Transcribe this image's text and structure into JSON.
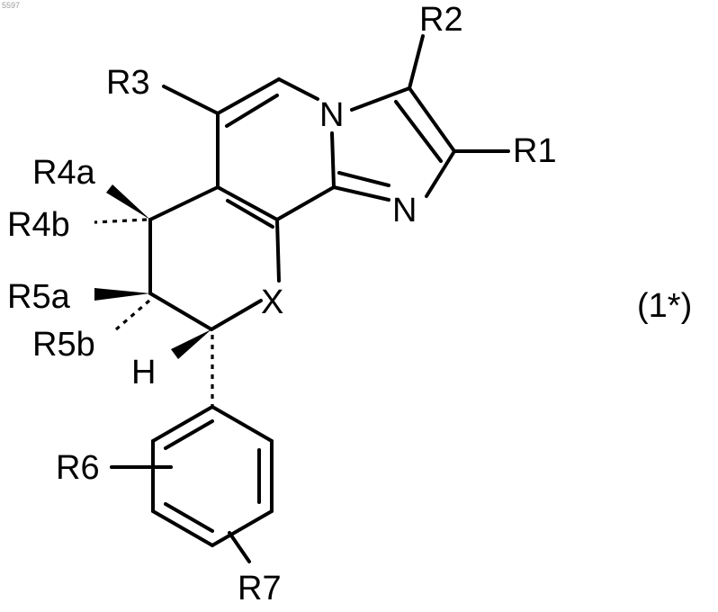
{
  "header": {
    "image_code": "5597"
  },
  "structure": {
    "labels": {
      "r1": "R1",
      "r2": "R2",
      "r3": "R3",
      "r4a": "R4a",
      "r4b": "R4b",
      "r5a": "R5a",
      "r5b": "R5b",
      "r6": "R6",
      "r7": "R7",
      "n_bridge": "N",
      "n_imidazole": "N",
      "x": "X",
      "h": "H"
    },
    "formula_number": "(1*)"
  }
}
